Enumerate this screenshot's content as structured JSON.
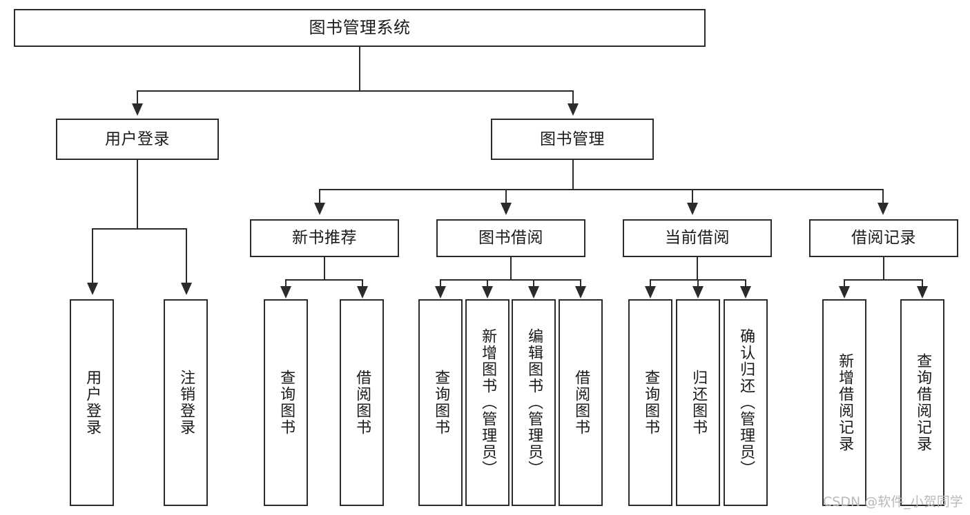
{
  "diagram": {
    "title": "图书管理系统",
    "type": "tree",
    "watermark": "CSDN @软件_小贺同学",
    "colors": {
      "box_border": "#2b2b2b",
      "box_fill": "#ffffff",
      "connector": "#2b2b2b",
      "text": "#1a1a1a",
      "watermark": "#b9b9b9",
      "background": "#ffffff"
    },
    "root": {
      "label": "图书管理系统"
    },
    "level2": [
      {
        "id": "user-login",
        "label": "用户登录"
      },
      {
        "id": "book-manage",
        "label": "图书管理"
      }
    ],
    "level3": [
      {
        "id": "new-book-recommend",
        "label": "新书推荐"
      },
      {
        "id": "book-borrow",
        "label": "图书借阅"
      },
      {
        "id": "current-borrow",
        "label": "当前借阅"
      },
      {
        "id": "borrow-record",
        "label": "借阅记录"
      }
    ],
    "leaves": {
      "user_login": [
        {
          "id": "leaf-user-login",
          "label": "用户登录"
        },
        {
          "id": "leaf-logout-login",
          "label": "注销登录"
        }
      ],
      "new_book_recommend": [
        {
          "id": "leaf-query-book-1",
          "label": "查询图书"
        },
        {
          "id": "leaf-borrow-book-1",
          "label": "借阅图书"
        }
      ],
      "book_borrow": [
        {
          "id": "leaf-query-book-2",
          "label": "查询图书"
        },
        {
          "id": "leaf-add-book",
          "label": "新增图书（管理员）"
        },
        {
          "id": "leaf-edit-book",
          "label": "编辑图书（管理员）"
        },
        {
          "id": "leaf-borrow-book-2",
          "label": "借阅图书"
        }
      ],
      "current_borrow": [
        {
          "id": "leaf-query-book-3",
          "label": "查询图书"
        },
        {
          "id": "leaf-return-book",
          "label": "归还图书"
        },
        {
          "id": "leaf-confirm-return",
          "label": "确认归还（管理员）"
        }
      ],
      "borrow_record": [
        {
          "id": "leaf-add-record",
          "label": "新增借阅记录"
        },
        {
          "id": "leaf-query-record",
          "label": "查询借阅记录"
        }
      ]
    }
  }
}
